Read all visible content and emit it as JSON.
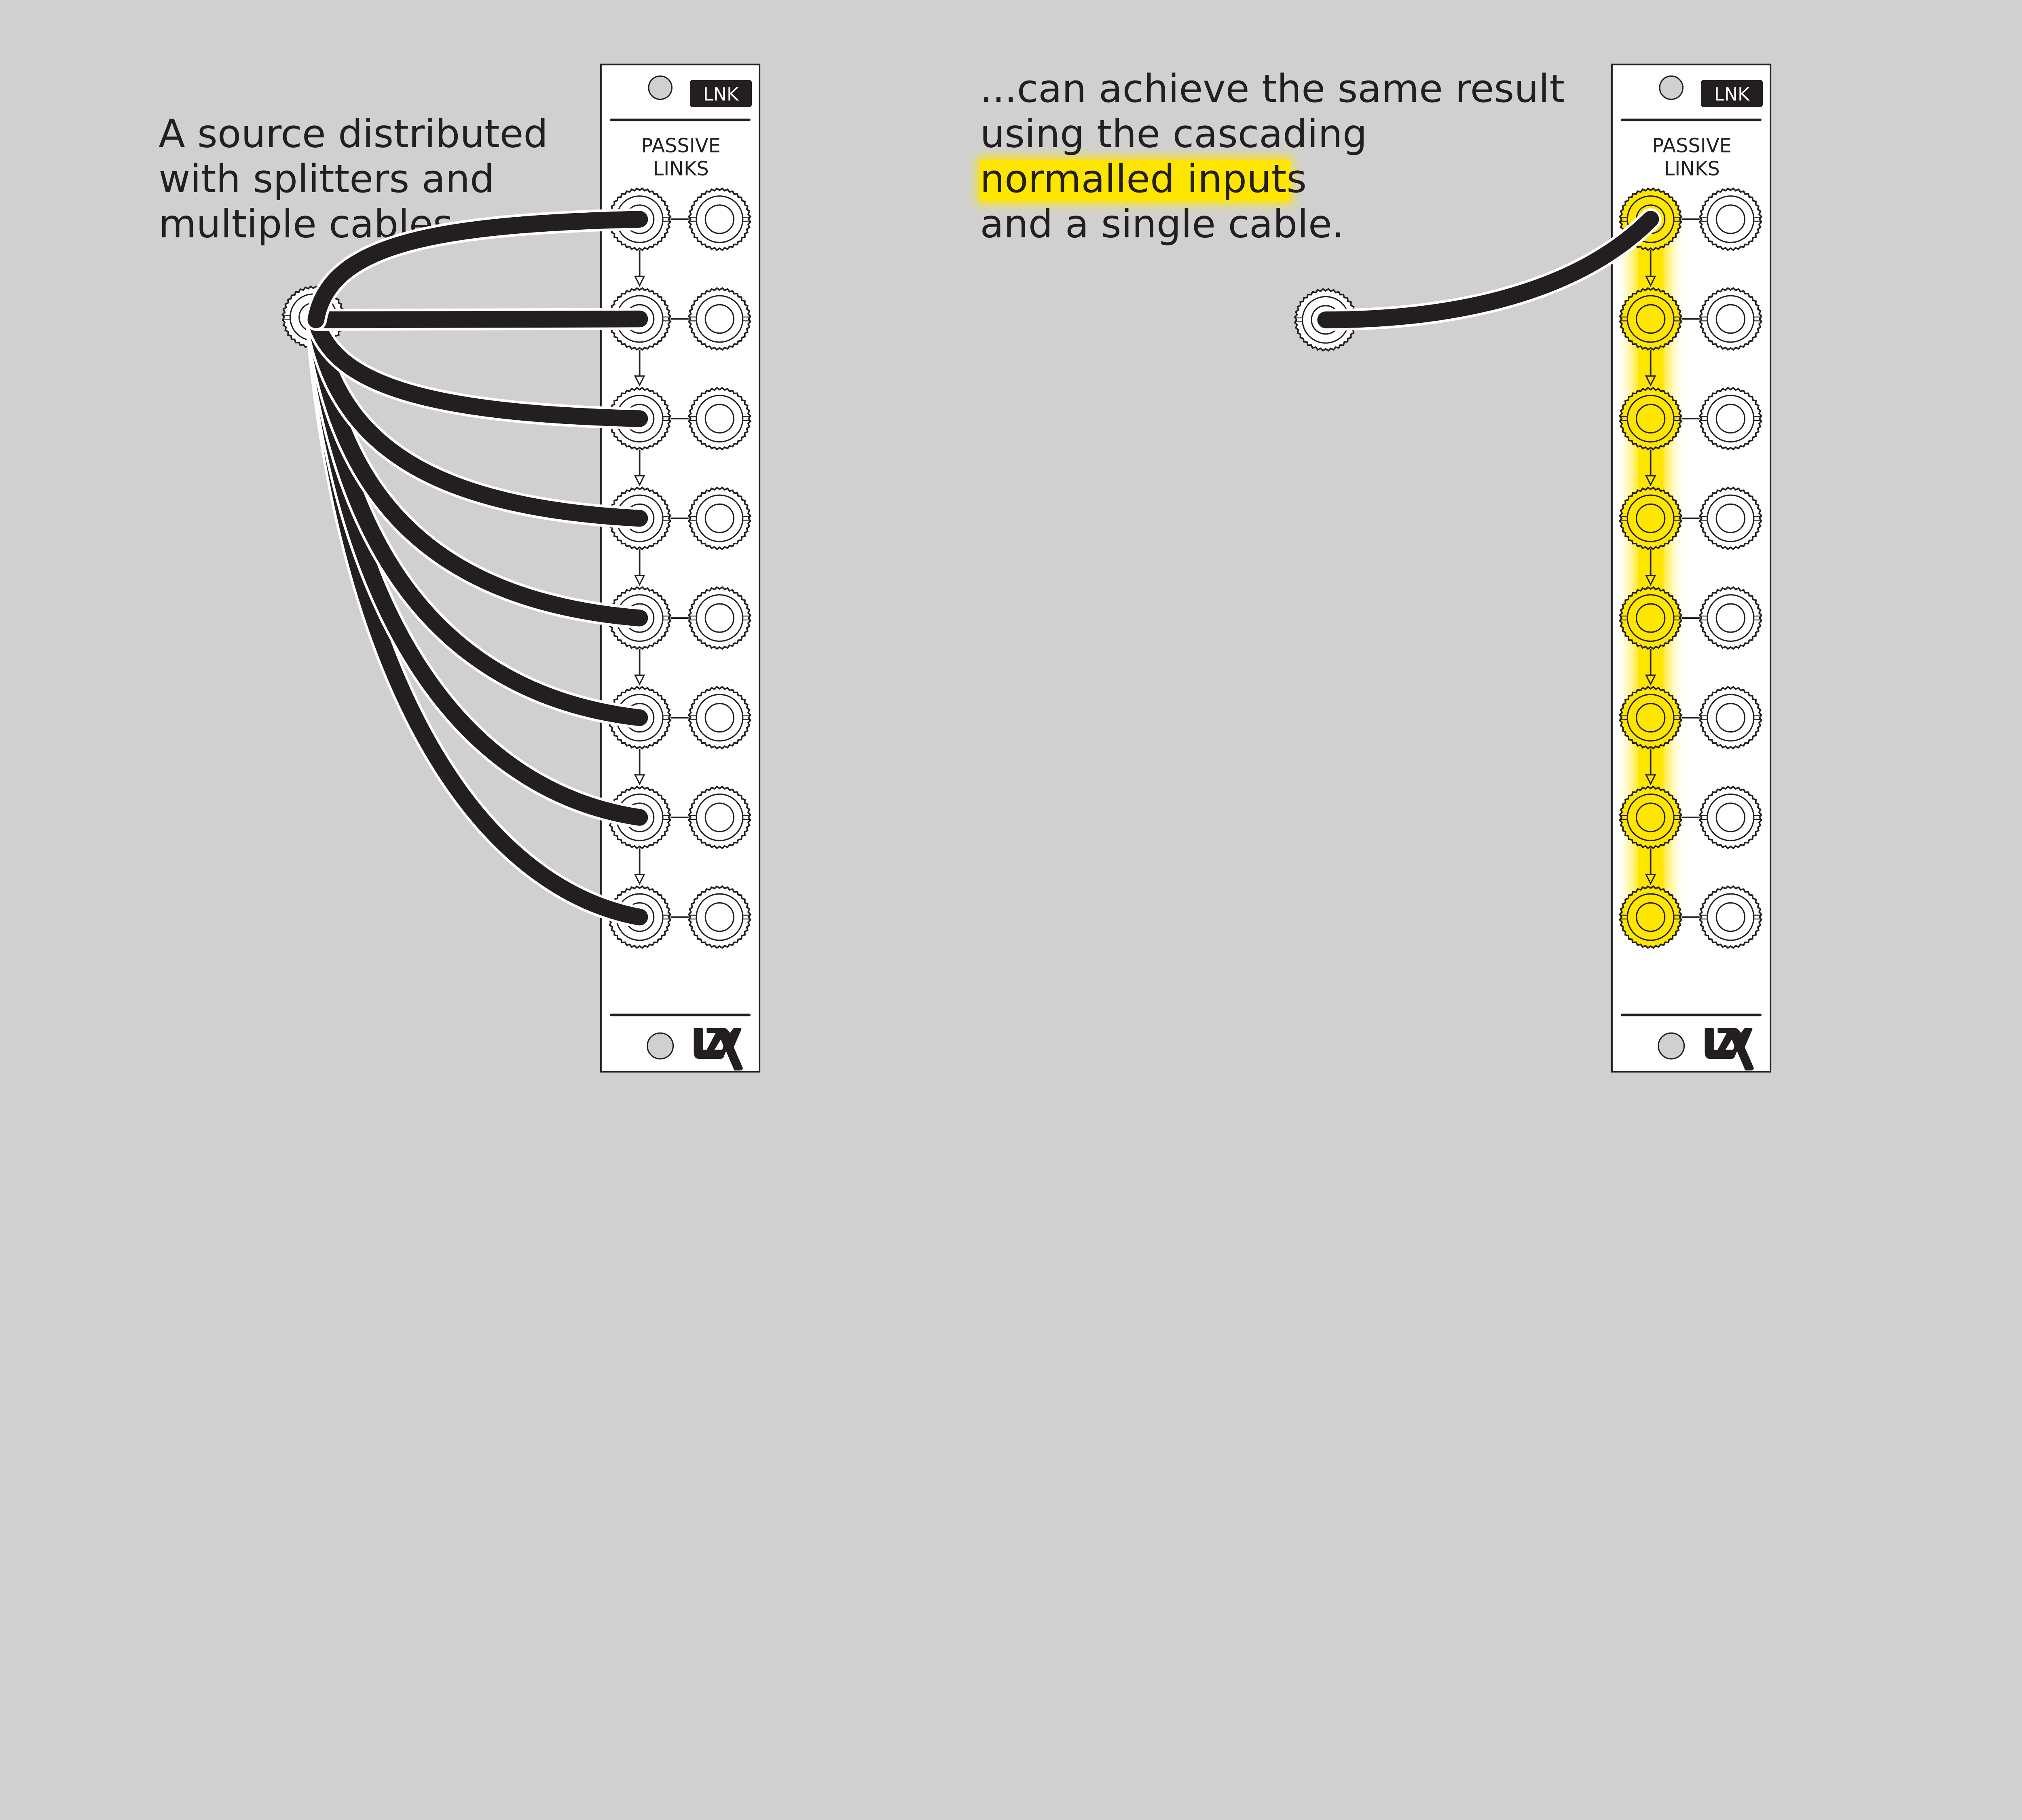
{
  "left_caption": {
    "lines": [
      "A source distributed",
      "with splitters and",
      "multiple cables..."
    ]
  },
  "right_caption": {
    "lines": [
      "...can achieve the same result",
      "using the cascading",
      "normalled inputs",
      "and a single cable."
    ],
    "highlighted_line": "normalled inputs",
    "highlight_color": "#ffe600"
  },
  "module": {
    "badge": "LNK",
    "title_line1": "PASSIVE",
    "title_line2": "LINKS",
    "logo": "LZX",
    "jack_rows": 8
  },
  "colors": {
    "background": "#d0d0d0",
    "panel": "#ffffff",
    "ink": "#231f20",
    "active_jack": "#ffe600"
  }
}
